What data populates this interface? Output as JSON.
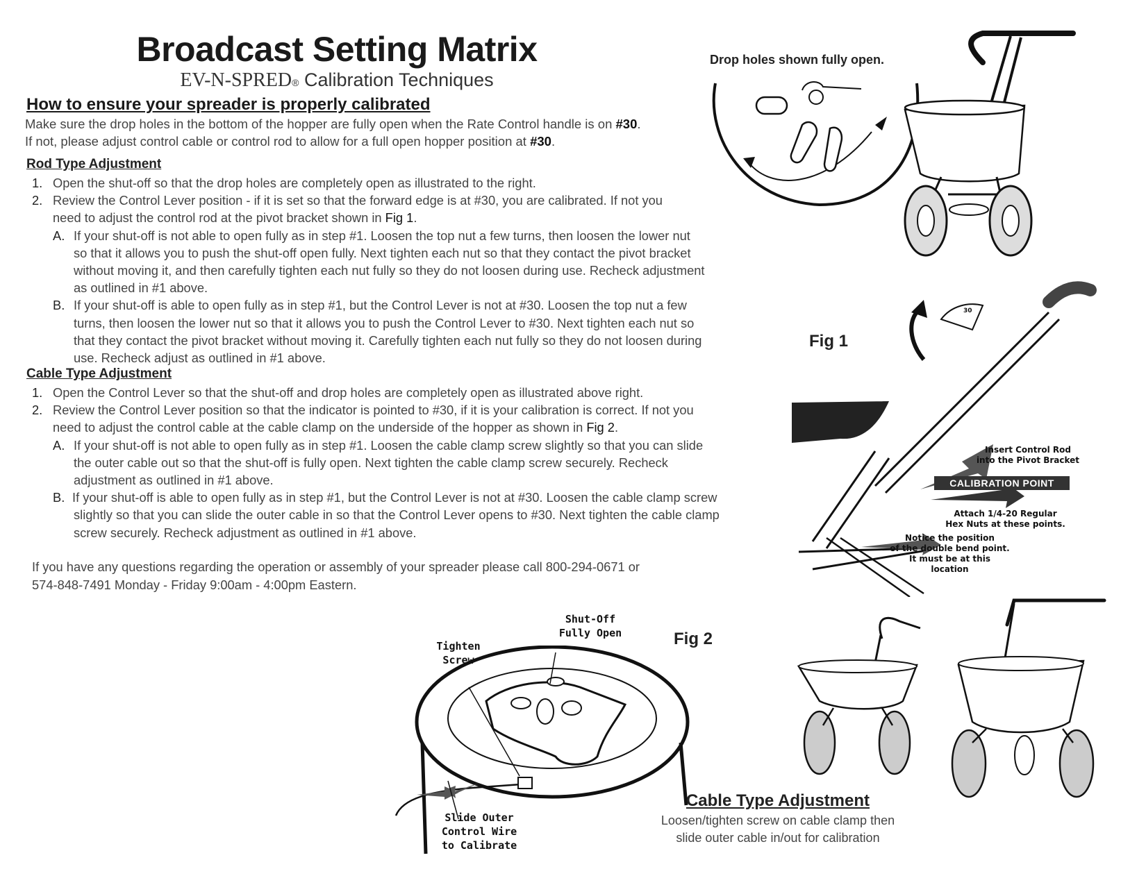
{
  "header": {
    "title": "Broadcast Setting Matrix",
    "brand": "EV-N-SPRED",
    "reg": "®",
    "subtitle": "Calibration Techniques"
  },
  "calibrate": {
    "heading": "How to ensure your spreader is properly calibrated",
    "line1_pre": "Make sure the drop holes in the bottom of the hopper are fully open when the Rate Control handle is on ",
    "line1_bold": "#30",
    "line1_post": ".",
    "line2_pre": "If not, please adjust control cable or control rod to allow for a full open hopper position at ",
    "line2_bold": "#30",
    "line2_post": "."
  },
  "rod": {
    "heading": "Rod Type Adjustment",
    "s1_num": "1.",
    "s1": "Open the shut-off so that the drop holes are completely open as illustrated to the right.",
    "s2_num": "2.",
    "s2_l1": "Review the Control Lever position - if it is set so that the forward edge is at #30, you are calibrated.  If not you",
    "s2_l2_pre": "need to adjust the control rod at the pivot bracket shown in ",
    "s2_l2_bold": "Fig 1",
    "s2_l2_post": ".",
    "a_num": "A.",
    "a_l1": "If your shut-off is not able to open fully as in step #1. Loosen the top nut a few turns, then loosen the lower nut",
    "a_l2": "so that it allows you to push the shut-off open fully.  Next tighten each nut so that they contact the pivot bracket",
    "a_l3": "without moving it, and then carefully tighten each nut fully so they do not loosen during use.  Recheck adjustment",
    "a_l4": "as outlined in #1 above.",
    "b_num": "B.",
    "b_l1": "If your shut-off is able to open fully as in step #1, but the Control Lever is not at #30.  Loosen the top nut a few",
    "b_l2": "turns, then loosen the lower nut so that it allows you to push the Control Lever to #30.  Next tighten each nut so",
    "b_l3": "that they contact the pivot bracket without moving it. Carefully tighten each nut fully so they do not loosen during",
    "b_l4": "use.  Recheck adjust as outlined in #1 above."
  },
  "cable": {
    "heading": "Cable Type Adjustment",
    "s1_num": "1.",
    "s1": "Open the Control Lever so that the shut-off and drop holes are completely open as illustrated above right.",
    "s2_num": "2.",
    "s2_l1": "Review the Control Lever position so that the indicator is pointed to #30, if it is your calibration is correct.  If not you",
    "s2_l2_pre": "need to adjust the control cable at the cable clamp on the underside of the hopper as shown in ",
    "s2_l2_bold": "Fig 2",
    "s2_l2_post": ".",
    "a_num": "A.",
    "a_l1": "If your shut-off is not able to open fully as in step #1. Loosen the cable clamp screw slightly so that you can slide",
    "a_l2": "the outer cable out so that the shut-off is fully open. Next tighten the cable clamp screw securely.  Recheck",
    "a_l3": "adjustment as outlined in #1 above.",
    "b_num": "B.",
    "b_l1": "If your shut-off is able to open fully as in step #1, but the Control Lever is not at #30.  Loosen the cable clamp screw",
    "b_l2": "slightly so that you can slide the outer cable in so that the Control Lever opens to #30. Next tighten the cable clamp",
    "b_l3": "screw securely. Recheck adjustment as outlined in #1 above."
  },
  "contact": {
    "line1": "If you have any questions regarding the operation or assembly of your spreader please call  800-294-0671 or",
    "line2": "574-848-7491 Monday - Friday 9:00am - 4:00pm Eastern."
  },
  "drop_holes": {
    "caption": "Drop holes shown fully open."
  },
  "fig1": {
    "label": "Fig 1",
    "dial_number": "30",
    "insert_l1": "Insert Control Rod",
    "insert_l2": "into the Pivot Bracket",
    "calibration_point": "CALIBRATION POINT",
    "attach_l1": "Attach 1/4-20 Regular",
    "attach_l2": "Hex Nuts at these points.",
    "notice_l1": "Notice the position",
    "notice_l2": "of the double bend point.",
    "notice_l3": "It must be at this location"
  },
  "fig2": {
    "label": "Fig 2",
    "shutoff_l1": "Shut-Off",
    "shutoff_l2": "Fully Open",
    "tighten_l1": "Tighten",
    "tighten_l2": "Screw",
    "slide_l1": "Slide Outer",
    "slide_l2": "Control Wire",
    "slide_l3": "to Calibrate"
  },
  "cable_caption": {
    "title": "Cable Type Adjustment",
    "line1": "Loosen/tighten screw on cable clamp then",
    "line2": "slide outer cable in/out for calibration"
  }
}
